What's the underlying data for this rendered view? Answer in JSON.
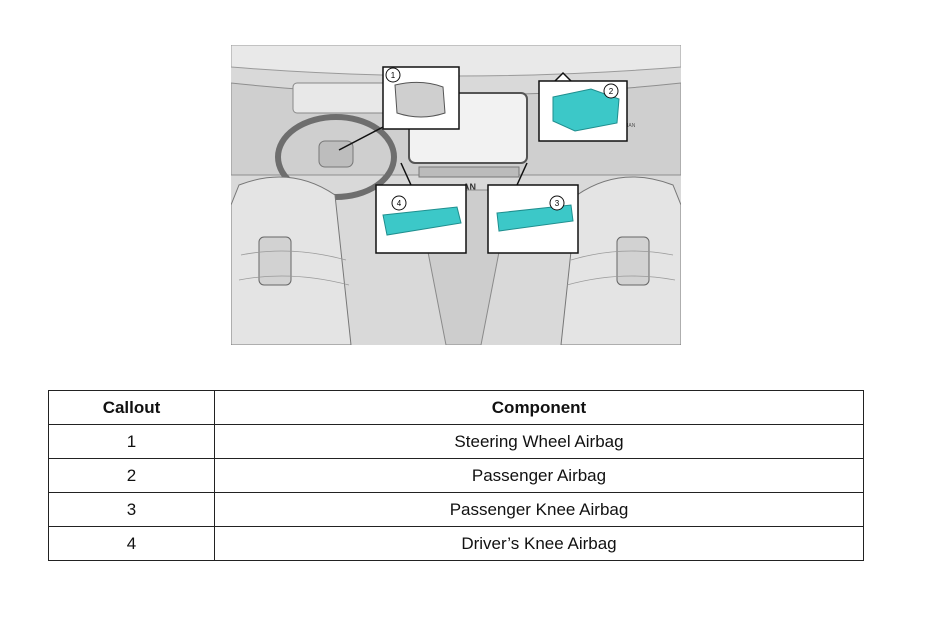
{
  "figure": {
    "brand_fragment_right": "IAN",
    "brand_fragment_console": "AN",
    "callout_markers": [
      "1",
      "2",
      "3",
      "4"
    ],
    "part_color": "#3cc8c8"
  },
  "table": {
    "headers": [
      "Callout",
      "Component"
    ],
    "rows": [
      {
        "callout": "1",
        "component": "Steering Wheel Airbag"
      },
      {
        "callout": "2",
        "component": "Passenger Airbag"
      },
      {
        "callout": "3",
        "component": "Passenger Knee Airbag"
      },
      {
        "callout": "4",
        "component": "Driver’s Knee Airbag"
      }
    ]
  }
}
